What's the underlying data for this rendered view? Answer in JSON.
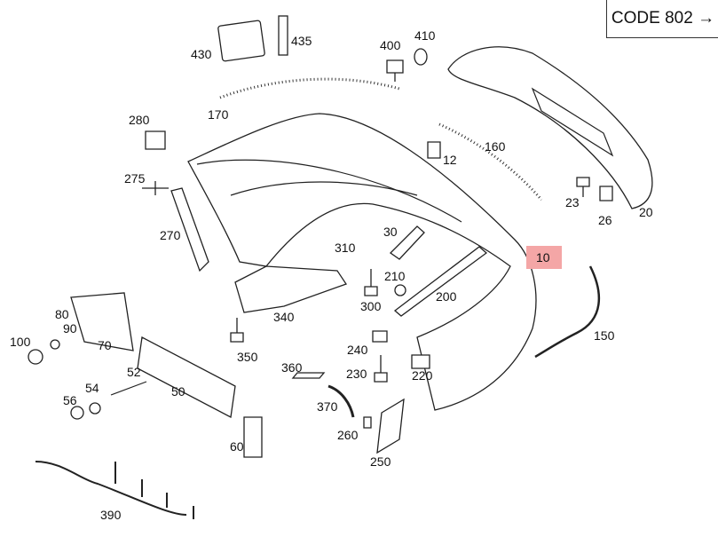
{
  "code_box": {
    "text": "CODE 802",
    "arrow": "→"
  },
  "highlight_color": "#f4a6a6",
  "labels": {
    "p430": "430",
    "p435": "435",
    "p400": "400",
    "p410": "410",
    "p170": "170",
    "p280": "280",
    "p160": "160",
    "p12": "12",
    "p275": "275",
    "p23": "23",
    "p26": "26",
    "p20": "20",
    "p270": "270",
    "p30": "30",
    "p310": "310",
    "p10": "10",
    "p210": "210",
    "p200": "200",
    "p300": "300",
    "p340": "340",
    "p80": "80",
    "p90": "90",
    "p100": "100",
    "p70": "70",
    "p150": "150",
    "p240": "240",
    "p350": "350",
    "p230": "230",
    "p220": "220",
    "p360": "360",
    "p52": "52",
    "p54": "54",
    "p56": "56",
    "p50": "50",
    "p370": "370",
    "p260": "260",
    "p60": "60",
    "p250": "250",
    "p390": "390"
  }
}
